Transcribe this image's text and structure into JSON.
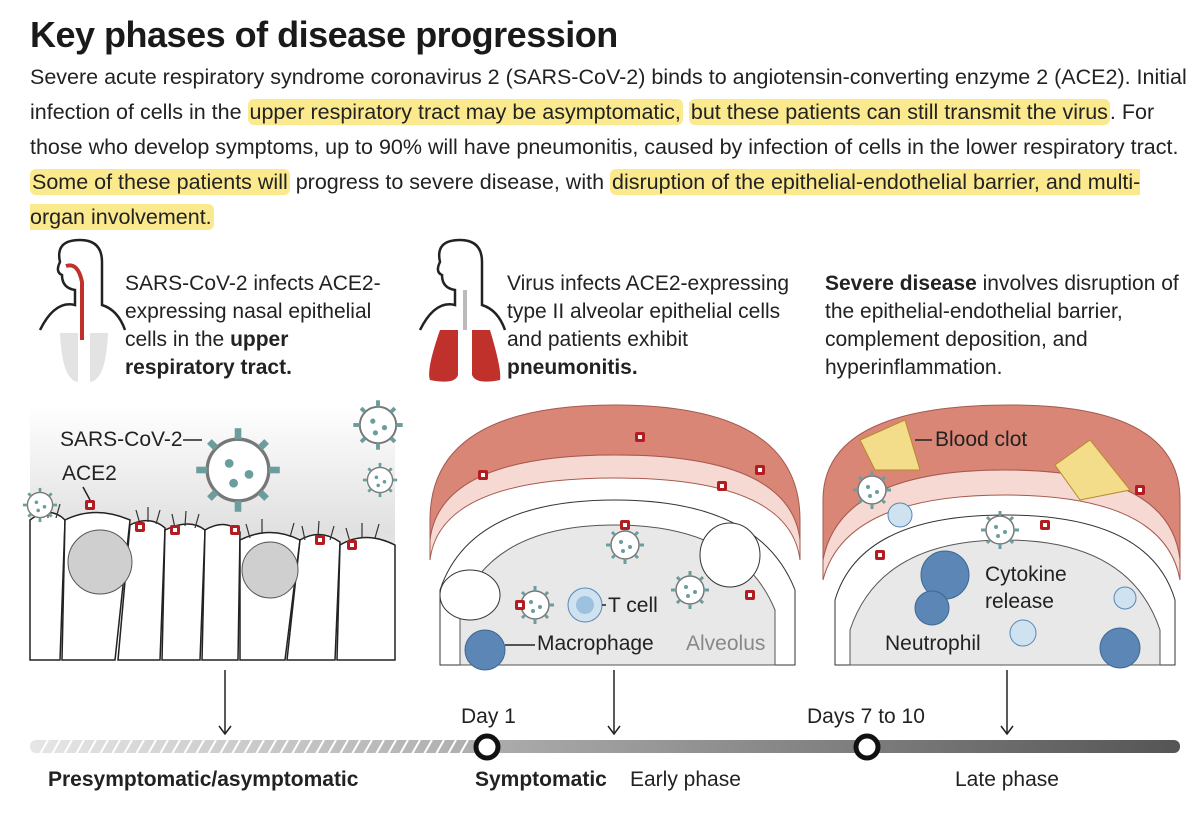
{
  "title": "Key phases of disease progression",
  "intro": {
    "p1": "Severe acute respiratory syndrome coronavirus 2 (SARS-CoV-2) binds to angiotensin-converting enzyme 2 (ACE2). Initial infection of cells in the ",
    "h1": "upper respiratory tract may be asymptomatic,",
    "h2": "but these patients can still transmit the virus",
    "p2": ". For those who develop symptoms, up to 90% will have pneumonitis, caused by infection of cells in the lower respiratory tract. ",
    "h3": "Some of these patients will",
    "p3": " progress to severe disease, with ",
    "h4": "disruption of the epithelial-endothelial barrier, and multi-organ involvement."
  },
  "panels": [
    {
      "text": "SARS-CoV-2 infects ACE2-expressing nasal epithelial cells in the ",
      "bold": "upper respiratory tract."
    },
    {
      "text": "Virus infects ACE2-expressing type II alveolar epithelial cells and patients exhibit ",
      "bold": "pneumonitis."
    },
    {
      "bold": "Severe disease",
      "text": " involves disruption of the epithelial-endothelial barrier, complement deposition, and hyperinflammation."
    }
  ],
  "labels": {
    "virus": "SARS-CoV-2",
    "ace2": "ACE2",
    "tcell": "T cell",
    "macrophage": "Macrophage",
    "alveolus": "Alveolus",
    "clot": "Blood clot",
    "cytokine1": "Cytokine",
    "cytokine2": "release",
    "neutrophil": "Neutrophil"
  },
  "timeline": {
    "day1": "Day 1",
    "day7": "Days 7 to 10",
    "phase1": "Presymptomatic/asymptomatic",
    "phase2": "Symptomatic",
    "phase2b": "Early phase",
    "phase3": "Late phase"
  },
  "colors": {
    "highlight": "#fbe98e",
    "tissue": "#d98677",
    "receptor": "#b31d22",
    "virus": "#6b9d9c",
    "immune": "#5b86b5"
  }
}
